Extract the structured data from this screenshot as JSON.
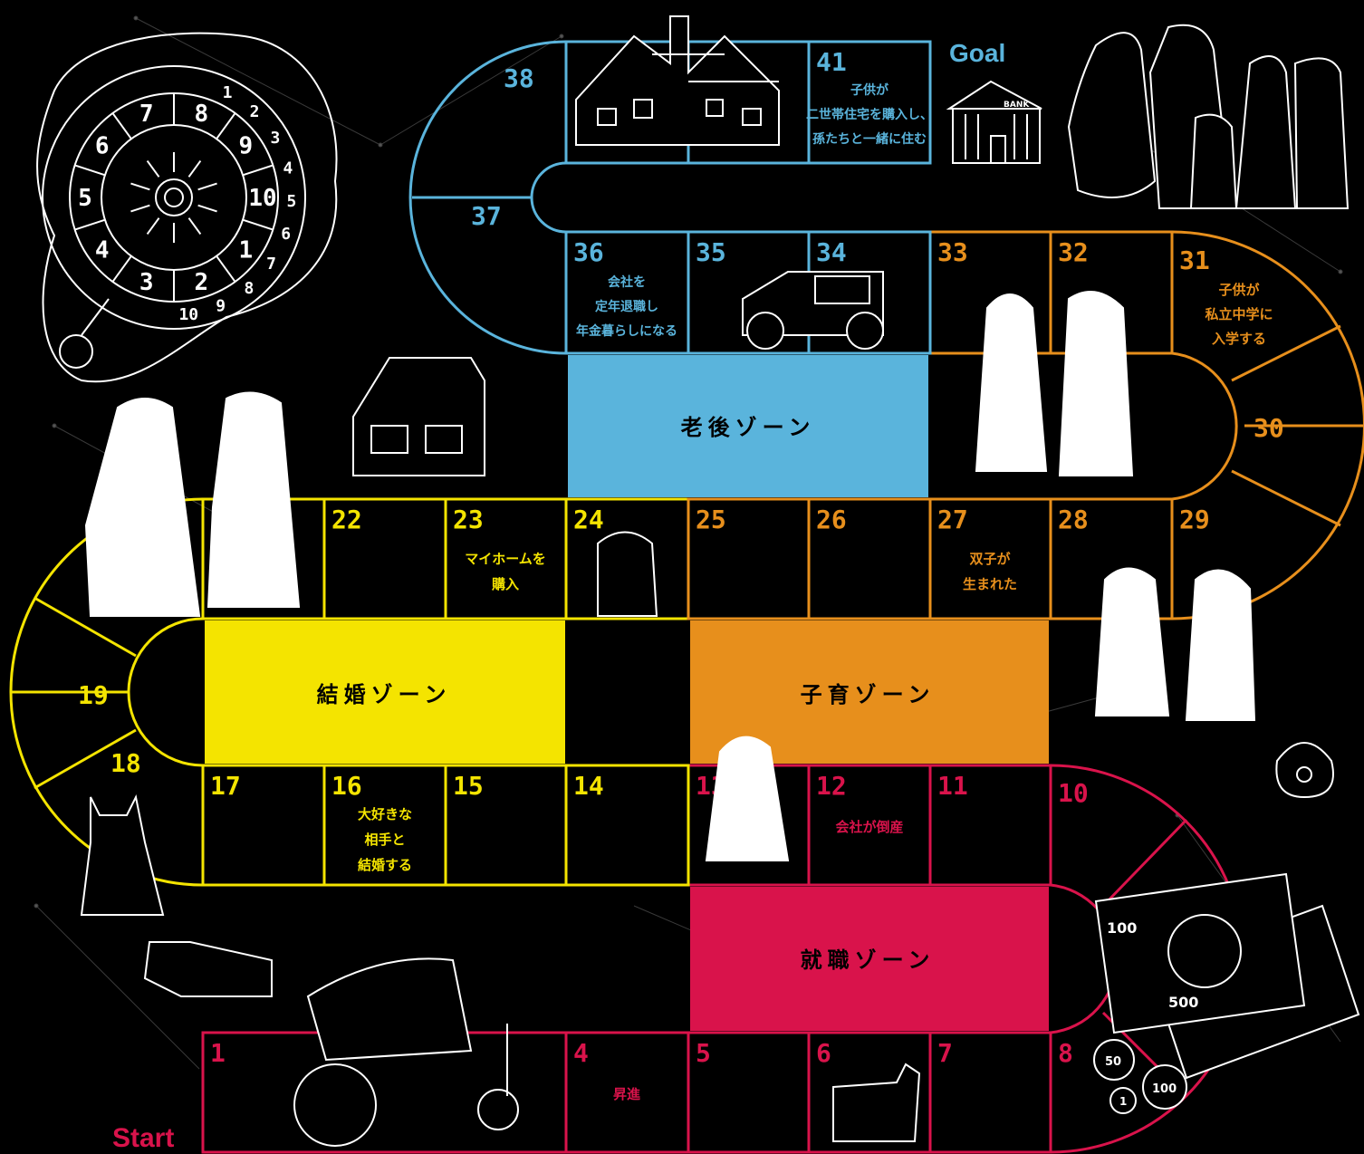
{
  "colors": {
    "background": "#000000",
    "blue": "#5ab4dc",
    "orange": "#e78f1c",
    "yellow": "#f4e400",
    "red": "#d9134b",
    "ink": "#ffffff"
  },
  "board": {
    "start_label": "Start",
    "goal_label": "Goal",
    "zones": {
      "work": "就職ゾーン",
      "marriage": "結婚ゾーン",
      "childcare": "子育ゾーン",
      "retirement": "老後ゾーン"
    },
    "cells": {
      "c1": "1",
      "c4": "4",
      "c4_caption": "昇進",
      "c5": "5",
      "c6": "6",
      "c7": "7",
      "c8": "8",
      "c10": "10",
      "c11": "11",
      "c12": "12",
      "c12_caption": "会社が倒産",
      "c13": "13",
      "c14": "14",
      "c15": "15",
      "c16": "16",
      "c16_caption_1": "大好きな",
      "c16_caption_2": "相手と",
      "c16_caption_3": "結婚する",
      "c17": "17",
      "c18": "18",
      "c19": "19",
      "c22": "22",
      "c23": "23",
      "c23_caption_1": "マイホームを",
      "c23_caption_2": "購入",
      "c24": "24",
      "c25": "25",
      "c26": "26",
      "c27": "27",
      "c27_caption_1": "双子が",
      "c27_caption_2": "生まれた",
      "c28": "28",
      "c29": "29",
      "c30": "30",
      "c31": "31",
      "c31_caption_1": "子供が",
      "c31_caption_2": "私立中学に",
      "c31_caption_3": "入学する",
      "c32": "32",
      "c33": "33",
      "c34": "34",
      "c35": "35",
      "c36": "36",
      "c36_caption_1": "会社を",
      "c36_caption_2": "定年退職し",
      "c36_caption_3": "年金暮らしになる",
      "c37": "37",
      "c38": "38",
      "c41": "41",
      "c41_caption_1": "子供が",
      "c41_caption_2": "二世帯住宅を購入し、",
      "c41_caption_3": "孫たちと一緒に住む"
    },
    "illustrations": {
      "bank_sign": "BANK",
      "banknote_value": "100",
      "banknote2_value": "500",
      "coin1": "50",
      "coin2": "100",
      "coin3": "1"
    },
    "roulette": {
      "inner_numbers": [
        "1",
        "2",
        "3",
        "4",
        "5",
        "6",
        "7",
        "8",
        "9",
        "10"
      ],
      "outer_numbers": [
        "1",
        "2",
        "3",
        "4",
        "5",
        "6",
        "7",
        "8",
        "9",
        "10"
      ]
    }
  }
}
